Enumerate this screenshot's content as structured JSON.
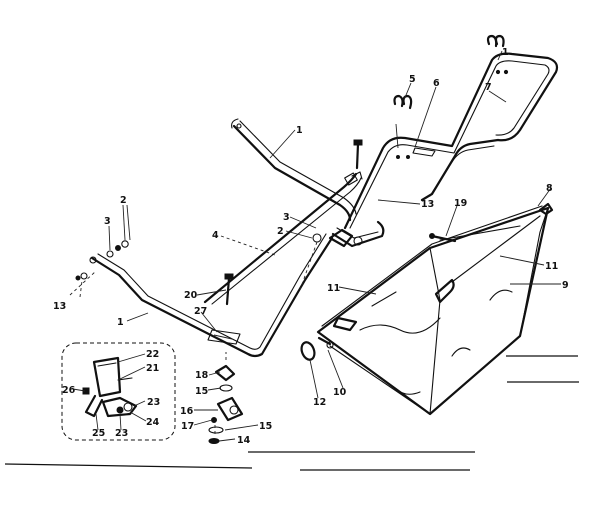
{
  "diagram": {
    "callouts": {
      "p1_top": "1",
      "p1_right": "1",
      "p1_lower": "1",
      "p2_left": "2",
      "p2_mid": "2",
      "p3_left": "3",
      "p3_mid": "3",
      "p4": "4",
      "p5": "5",
      "p6": "6",
      "p7": "7",
      "p8": "8",
      "p9": "9",
      "p10": "10",
      "p11_left": "11",
      "p11_right": "11",
      "p12": "12",
      "p13_left": "13",
      "p13_mid": "13",
      "p14": "14",
      "p15_a": "15",
      "p15_b": "15",
      "p16": "16",
      "p17": "17",
      "p18": "18",
      "p19": "19",
      "p20": "20",
      "p21": "21",
      "p22": "22",
      "p23_a": "23",
      "p23_b": "23",
      "p24": "24",
      "p25": "25",
      "p26": "26",
      "p27": "27"
    }
  }
}
